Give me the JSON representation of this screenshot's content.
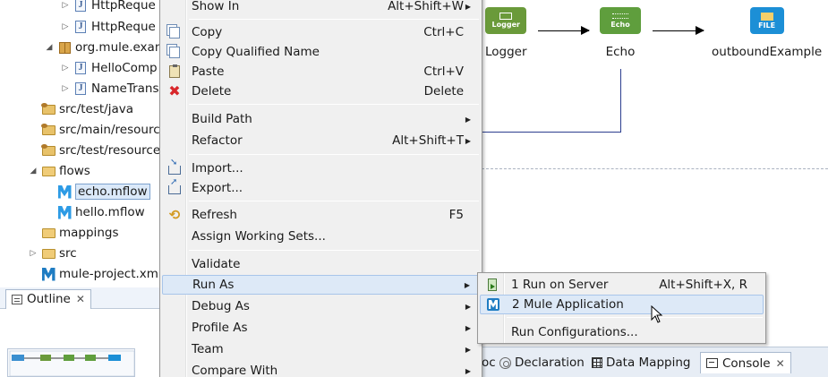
{
  "explorer": {
    "items": [
      {
        "label": "HttpReque",
        "icon": "java-file-icon"
      },
      {
        "label": "HttpReque",
        "icon": "java-file-icon"
      },
      {
        "label": "org.mule.exam",
        "icon": "package-icon"
      },
      {
        "label": "HelloComp",
        "icon": "java-file-icon"
      },
      {
        "label": "NameTrans",
        "icon": "java-file-icon"
      },
      {
        "label": "src/test/java",
        "icon": "source-folder-icon"
      },
      {
        "label": "src/main/resource",
        "icon": "source-folder-icon"
      },
      {
        "label": "src/test/resource",
        "icon": "source-folder-icon"
      },
      {
        "label": "flows",
        "icon": "folder-icon"
      },
      {
        "label": "echo.mflow",
        "icon": "mule-flow-icon"
      },
      {
        "label": "hello.mflow",
        "icon": "mule-flow-icon"
      },
      {
        "label": "mappings",
        "icon": "folder-icon"
      },
      {
        "label": "src",
        "icon": "folder-icon"
      },
      {
        "label": "mule-project.xml",
        "icon": "mule-icon"
      }
    ]
  },
  "outline": {
    "tab_label": "Outline"
  },
  "flow": {
    "nodes": [
      {
        "label": "Logger",
        "icon_text": "Logger",
        "color": "#6a9a3a"
      },
      {
        "label": "Echo",
        "icon_text": "Echo",
        "color": "#5f9e3d"
      },
      {
        "label": "outboundExample",
        "icon_text": "FILE",
        "color": "#1c8fd6"
      }
    ]
  },
  "bottom_tabs": {
    "partial": "oc",
    "declaration": "Declaration",
    "data_mapping": "Data Mapping",
    "console": "Console"
  },
  "context_menu": {
    "items": [
      {
        "label": "Show In",
        "shortcut": "Alt+Shift+W",
        "submenu": true
      },
      {
        "label": "Copy",
        "shortcut": "Ctrl+C",
        "icon": "copy-icon"
      },
      {
        "label": "Copy Qualified Name",
        "icon": "copy-icon"
      },
      {
        "label": "Paste",
        "shortcut": "Ctrl+V",
        "icon": "paste-icon"
      },
      {
        "label": "Delete",
        "shortcut": "Delete",
        "icon": "delete-icon"
      },
      {
        "label": "Build Path",
        "submenu": true
      },
      {
        "label": "Refactor",
        "shortcut": "Alt+Shift+T",
        "submenu": true
      },
      {
        "label": "Import...",
        "icon": "import-icon"
      },
      {
        "label": "Export...",
        "icon": "export-icon"
      },
      {
        "label": "Refresh",
        "shortcut": "F5",
        "icon": "refresh-icon"
      },
      {
        "label": "Assign Working Sets..."
      },
      {
        "label": "Validate"
      },
      {
        "label": "Run As",
        "submenu": true,
        "highlighted": true
      },
      {
        "label": "Debug As",
        "submenu": true
      },
      {
        "label": "Profile As",
        "submenu": true
      },
      {
        "label": "Team",
        "submenu": true
      },
      {
        "label": "Compare With",
        "submenu": true
      }
    ]
  },
  "run_as_submenu": {
    "items": [
      {
        "label": "1 Run on Server",
        "shortcut": "Alt+Shift+X, R",
        "icon": "server-run-icon"
      },
      {
        "label": "2 Mule Application",
        "icon": "mule-app-icon",
        "highlighted": true
      },
      {
        "label": "Run Configurations..."
      }
    ]
  },
  "colors": {
    "selection_bg": "#dbe9f9",
    "menu_bg": "#f0f0f0",
    "connector": "#2c3e8f"
  }
}
